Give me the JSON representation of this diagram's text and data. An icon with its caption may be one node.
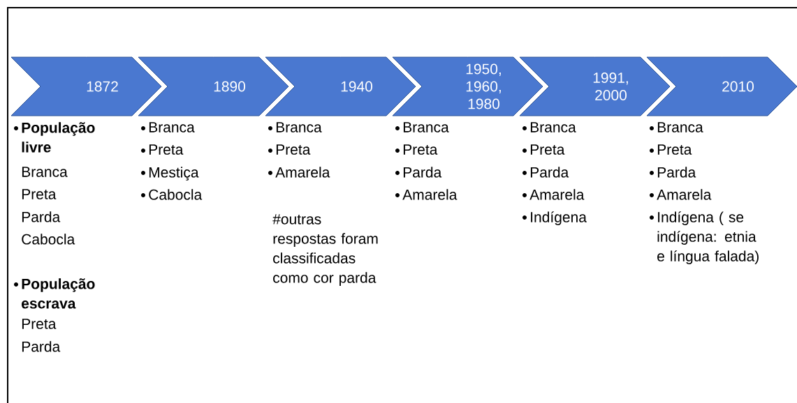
{
  "diagram": {
    "nodes": [
      {
        "text": [
          "1872"
        ],
        "beside": [
          "População livre",
          "Branca",
          "Preta",
          "Parda",
          "Cabocla",
          "População escrava",
          "Preta",
          "Parda"
        ]
      },
      {
        "text": [
          "1890"
        ],
        "beside": [
          "Branca",
          "Preta",
          "Mestiça",
          "Cabocla"
        ]
      },
      {
        "text": [
          "1940"
        ],
        "beside": [
          "Branca",
          "Preta",
          "Amarela",
          "#outras respostas foram classificadas como cor parda"
        ]
      },
      {
        "text": [
          "1950, 1960, 1980"
        ],
        "beside": [
          "Branca",
          "Preta",
          "Parda",
          "Amarela"
        ]
      },
      {
        "text": [
          "1991, 2000"
        ],
        "beside": [
          "Branca",
          "Preta",
          "Parda",
          "Amarela",
          "Indígena"
        ]
      },
      {
        "text": [
          "2010"
        ],
        "beside": [
          "Branca",
          "Preta",
          "Parda",
          "Amarela",
          "Indígena ( se indígena: etnia e língua falada)"
        ]
      }
    ]
  }
}
